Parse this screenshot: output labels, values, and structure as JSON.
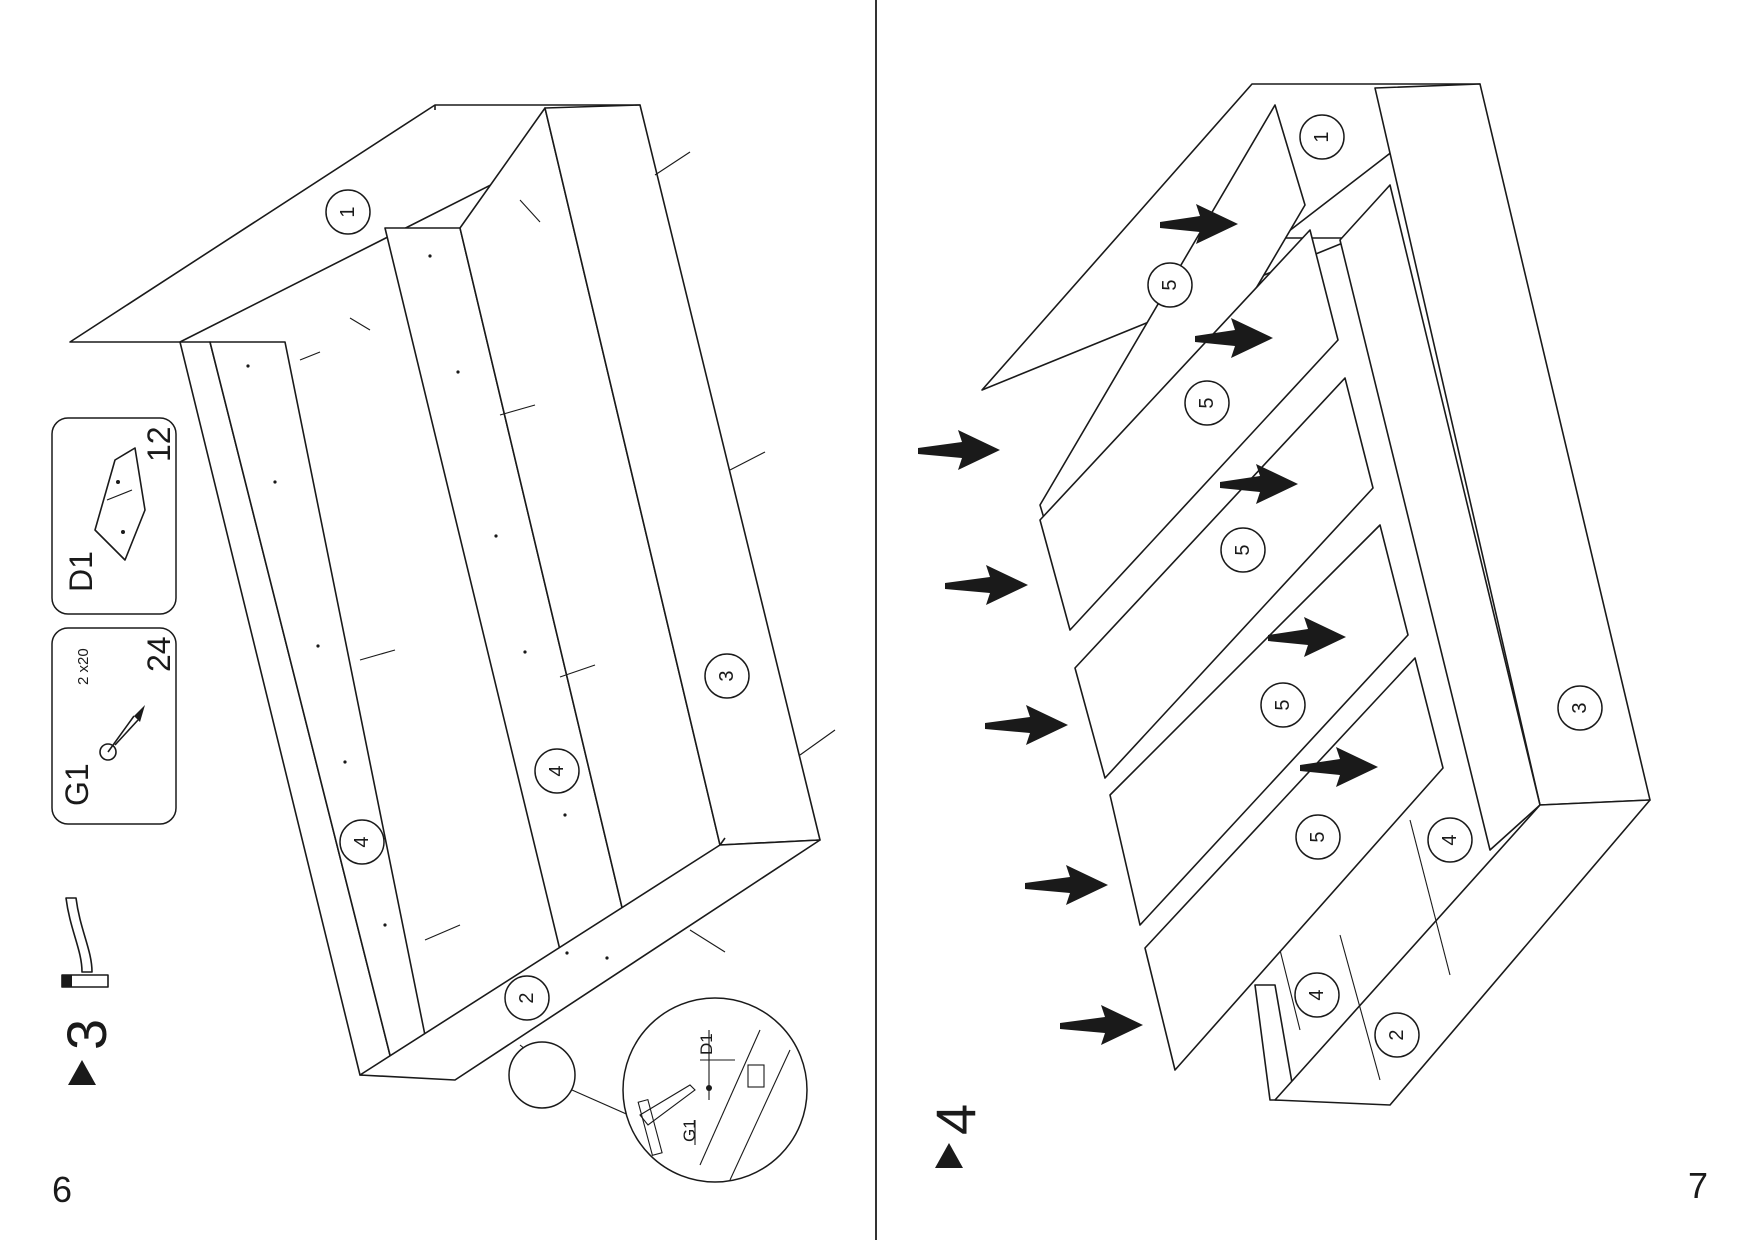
{
  "pages": {
    "left_number": "6",
    "right_number": "7"
  },
  "steps": {
    "step3_number": "3",
    "step4_number": "4"
  },
  "hardware": {
    "d1": {
      "code": "D1",
      "quantity": "12",
      "icon": "corner-bracket-icon"
    },
    "g1": {
      "code": "G1",
      "size": "2 x20",
      "quantity": "24",
      "icon": "nail-icon"
    },
    "tool": {
      "icon": "hammer-icon"
    }
  },
  "step3_parts": {
    "p1": "1",
    "p2": "2",
    "p3": "3",
    "p4a": "4",
    "p4b": "4"
  },
  "step3_detail": {
    "label_d1": "D1",
    "label_g1": "G1"
  },
  "step4_parts": {
    "p1": "1",
    "p2": "2",
    "p3": "3",
    "p4a": "4",
    "p4b": "4",
    "slats": [
      "5",
      "5",
      "5",
      "5",
      "5"
    ]
  }
}
